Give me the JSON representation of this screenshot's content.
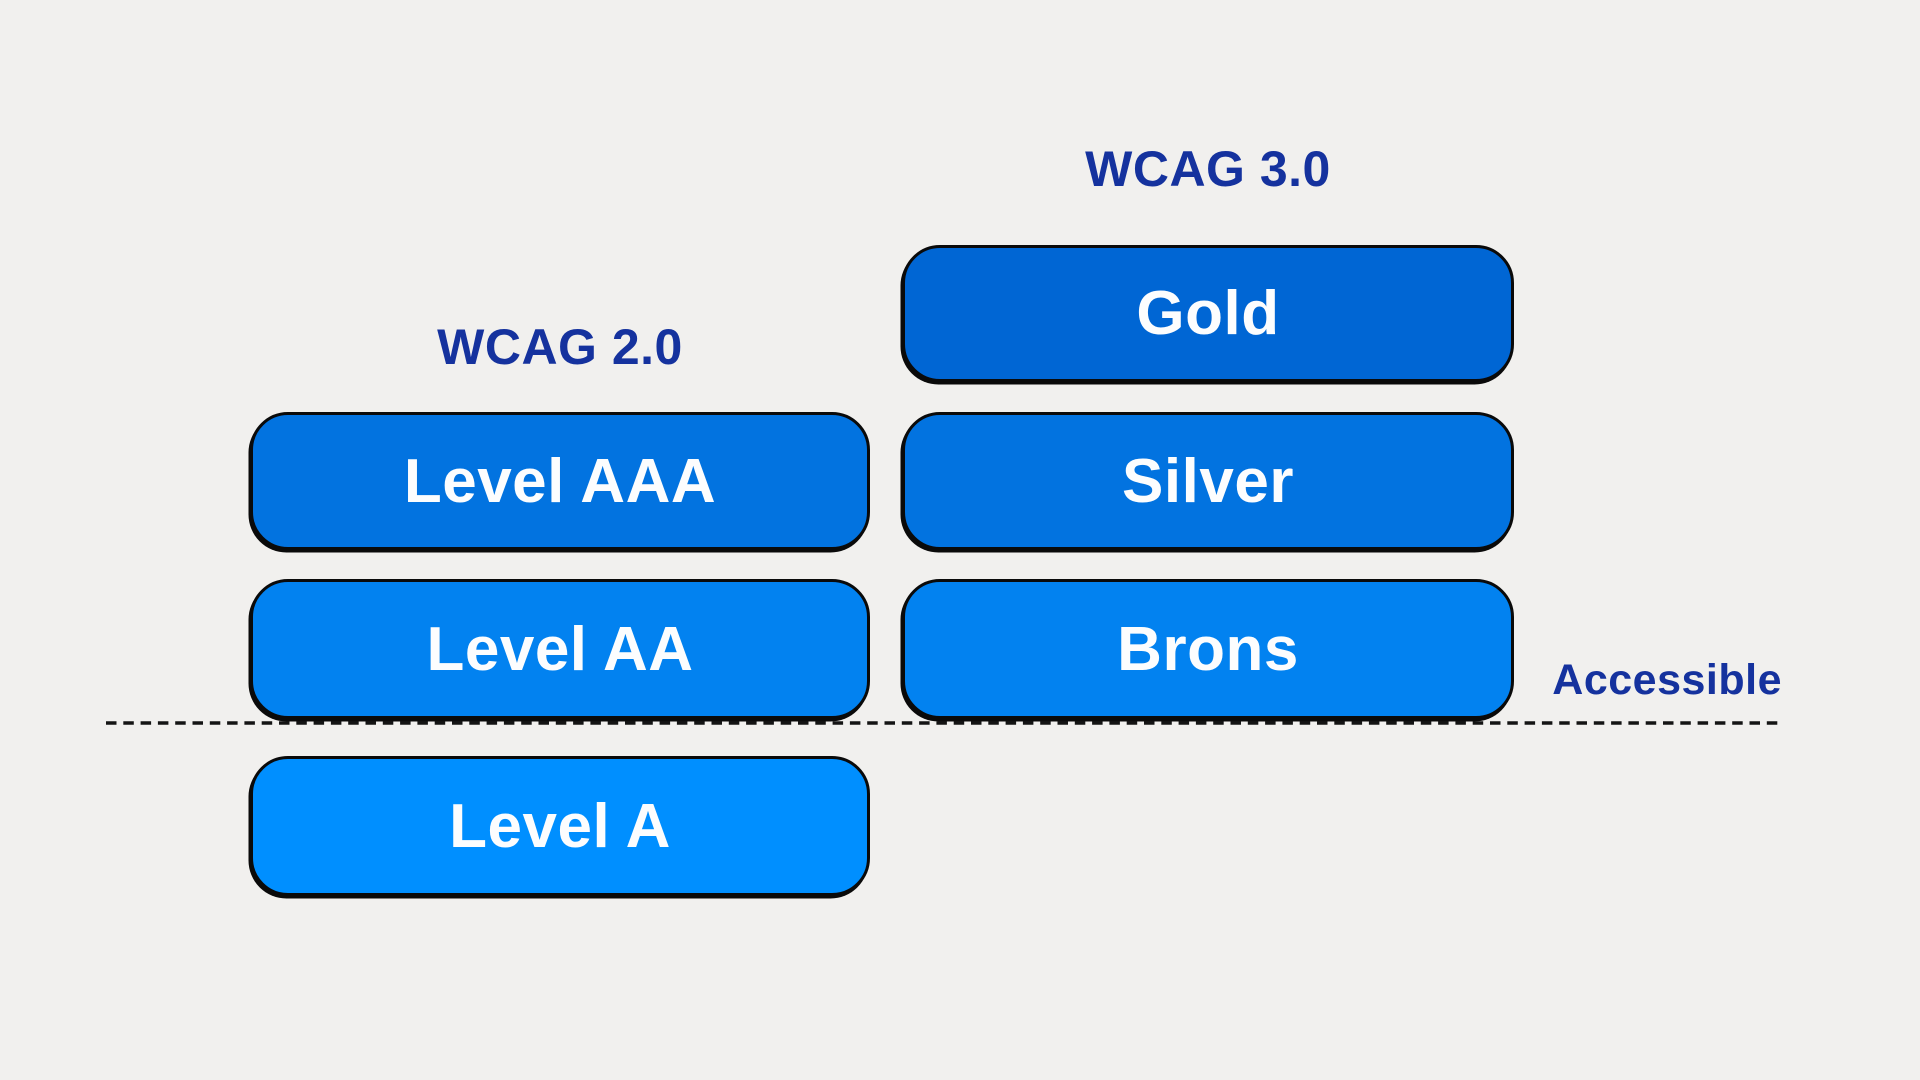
{
  "canvas": {
    "background": "#f1f0ee",
    "border_color": "#0a0a0a",
    "heading_color": "#15329e",
    "box_text_color": "#fcfdfe"
  },
  "columns": [
    {
      "id": "wcag2",
      "header": "WCAG 2.0",
      "boxes": [
        {
          "label": "Level AAA",
          "fill": "#0273e0"
        },
        {
          "label": "Level AA",
          "fill": "#0282f0"
        },
        {
          "label": "Level A",
          "fill": "#008fff"
        }
      ]
    },
    {
      "id": "wcag3",
      "header": "WCAG 3.0",
      "boxes": [
        {
          "label": "Gold",
          "fill": "#0066d4"
        },
        {
          "label": "Silver",
          "fill": "#0273e0"
        },
        {
          "label": "Brons",
          "fill": "#0282f0"
        }
      ]
    }
  ],
  "threshold": {
    "label": "Accessible",
    "line_color": "#141414"
  }
}
